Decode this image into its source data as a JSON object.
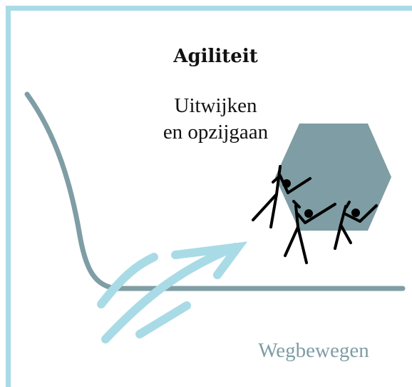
{
  "title": "Agiliteit",
  "subtitle": {
    "line1": "Uitwijken",
    "line2": "en opzijgaan"
  },
  "bottom_label": "Wegbewegen",
  "colors": {
    "frame": "#a8dbe6",
    "curve": "#7f9da4",
    "hexagon": "#7f9da4",
    "arrow": "#a8dbe6",
    "figures": "#000000",
    "label": "#7f9da4"
  }
}
